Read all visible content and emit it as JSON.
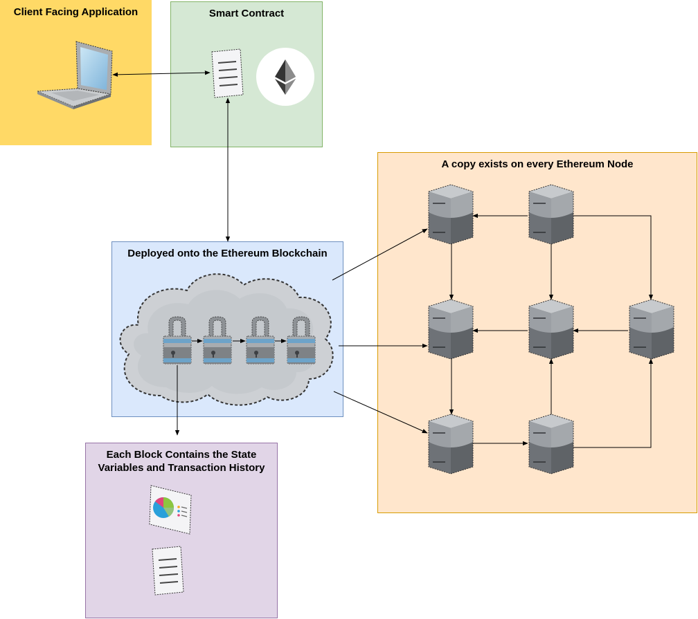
{
  "diagram": {
    "client_box": {
      "title": "Client Facing Application",
      "fill": "#FFD966",
      "stroke": "#FFD966"
    },
    "contract_box": {
      "title": "Smart Contract",
      "fill": "#D5E8D4",
      "stroke": "#82B366"
    },
    "blockchain_box": {
      "title": "Deployed onto the Ethereum Blockchain",
      "fill": "#DAE8FC",
      "stroke": "#6C8EBF"
    },
    "block_box": {
      "title_line1": "Each Block Contains the State",
      "title_line2": "Variables and Transaction History",
      "fill": "#E1D5E7",
      "stroke": "#9673A6"
    },
    "nodes_box": {
      "title": "A copy exists on every Ethereum Node",
      "fill": "#FFE6CC",
      "stroke": "#D79B00"
    },
    "icons": [
      "laptop-icon",
      "document-icon",
      "ethereum-logo-icon",
      "cloud-icon",
      "padlock-icon",
      "pie-chart-report-icon",
      "server-icon"
    ]
  }
}
